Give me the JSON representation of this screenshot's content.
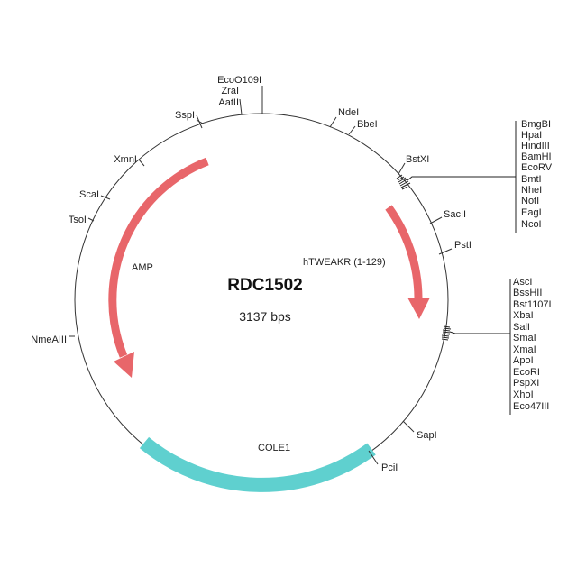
{
  "plasmid": {
    "name": "RDC1502",
    "size": "3137 bps"
  },
  "features": [
    {
      "name": "AMP",
      "color": "#e8666a"
    },
    {
      "name": "hTWEAKR (1-129)",
      "color": "#e8666a"
    },
    {
      "name": "COLE1",
      "color": "#5fd0cf"
    }
  ],
  "sites": {
    "ecoo109i": "EcoO109I",
    "zrai": "ZraI",
    "aatii": "AatII",
    "sspi": "SspI",
    "ndei": "NdeI",
    "bbei": "BbeI",
    "bstxi": "BstXI",
    "sacii": "SacII",
    "psti": "PstI",
    "sapi": "SapI",
    "pcii": "PciI",
    "nmeaiii": "NmeAIII",
    "tsoi": "TsoI",
    "scai": "ScaI",
    "xmni": "XmnI"
  },
  "mcs1": [
    "BmgBI",
    "HpaI",
    "HindIII",
    "BamHI",
    "EcoRV",
    "BmtI",
    "NheI",
    "NotI",
    "EagI",
    "NcoI"
  ],
  "mcs2": [
    "AscI",
    "BssHII",
    "Bst1107I",
    "XbaI",
    "SalI",
    "SmaI",
    "XmaI",
    "ApoI",
    "EcoRI",
    "PspXI",
    "XhoI",
    "Eco47III"
  ]
}
